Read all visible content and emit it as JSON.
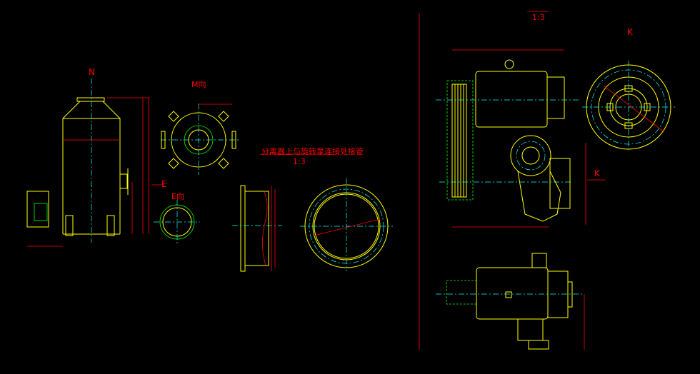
{
  "drawing": {
    "colors": {
      "background": "#000000",
      "outline": "#ffff00",
      "dimension": "#ff0000",
      "centerline": "#00ffff",
      "hidden": "#00ff00"
    },
    "labels": {
      "view_n": "N",
      "view_m": "M向",
      "view_e_arrow": "E",
      "view_e": "E向",
      "nozzle_title": "分离器上与旋转泵连接处接管",
      "nozzle_scale": "1:3",
      "pump_scale": "1:3",
      "view_k": "K",
      "view_k_arrow": "K"
    }
  }
}
